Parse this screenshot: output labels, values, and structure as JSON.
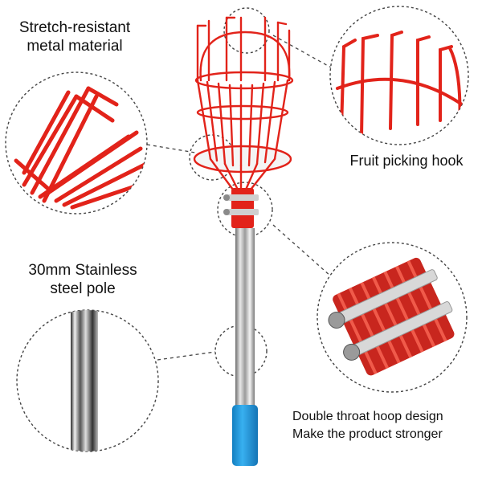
{
  "labels": {
    "stretch": [
      "Stretch-resistant",
      "metal material"
    ],
    "hook": [
      "Fruit picking hook"
    ],
    "pole": [
      "30mm Stainless",
      "steel pole"
    ],
    "hoop": [
      "Double throat hoop design",
      "Make the product stronger"
    ]
  },
  "icons": [
    "basket-wire-zoom",
    "hook-zoom",
    "pole-zoom",
    "hoop-clamp-zoom"
  ],
  "colors": {
    "basket_red": "#e2231a",
    "pole_steel": "#b8b8b8",
    "handle_blue": "#1e9be0",
    "dotted_line": "#444444"
  }
}
